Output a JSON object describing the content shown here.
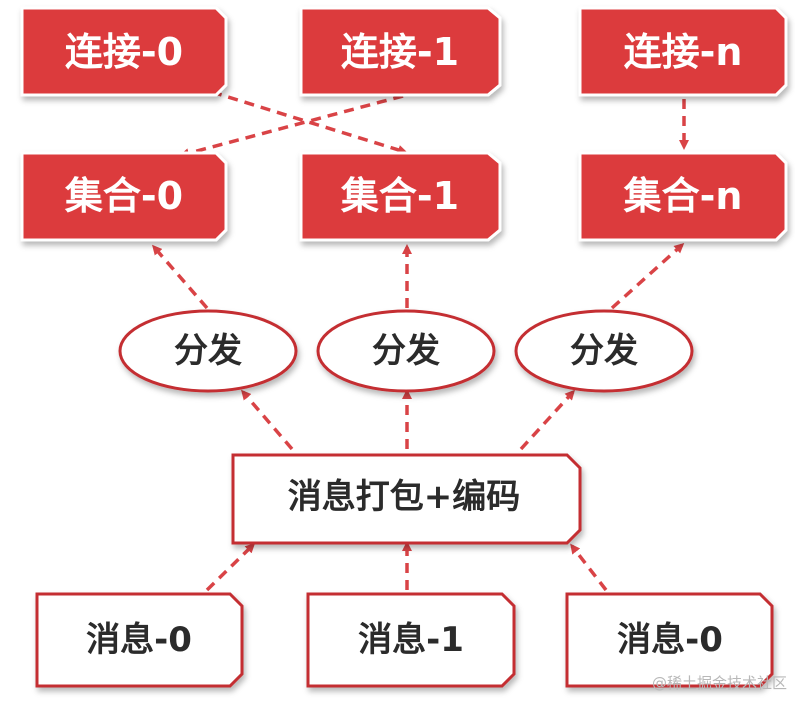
{
  "connections": [
    "连接-0",
    "连接-1",
    "连接-n"
  ],
  "collections": [
    "集合-0",
    "集合-1",
    "集合-n"
  ],
  "dispatchers": [
    "分发",
    "分发",
    "分发"
  ],
  "pack_encode": "消息打包+编码",
  "messages": [
    "消息-0",
    "消息-1",
    "消息-0"
  ],
  "watermark": "@稀土掘金技术社区",
  "colors": {
    "red_fill": "#dc3b3d",
    "red_border": "#c42e31",
    "arrow": "#d94346",
    "white": "#ffffff",
    "text_dark": "#2b2b2b"
  }
}
